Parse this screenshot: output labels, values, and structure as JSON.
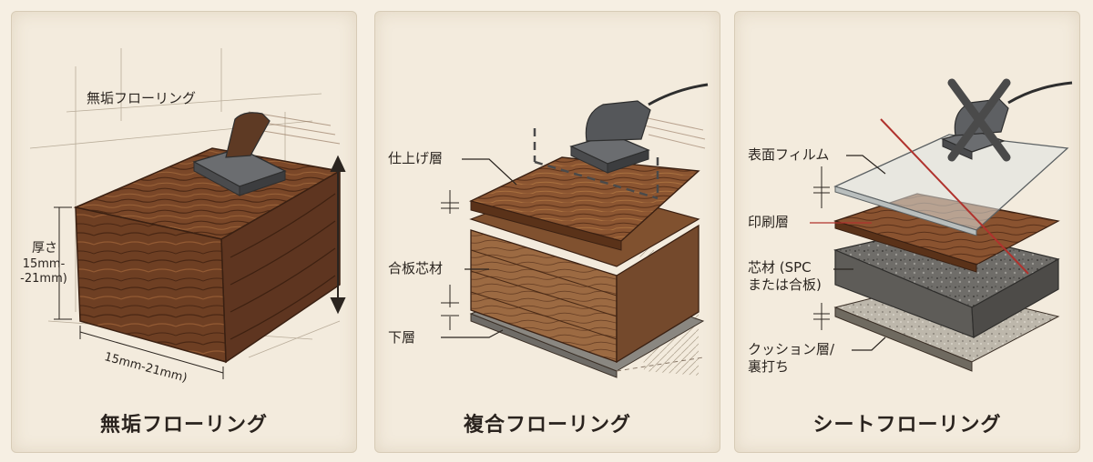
{
  "panels": [
    {
      "title": "無垢フローリング",
      "top_label": "無垢フローリング",
      "thickness_label": "厚さ",
      "thickness_value": "15mm-\n-21mm)",
      "width_value": "15mm-21mm)"
    },
    {
      "title": "複合フローリング",
      "layers": [
        "仕上げ層",
        "合板芯材",
        "下層"
      ]
    },
    {
      "title": "シートフローリング",
      "layers": [
        "表面フィルム",
        "印刷層",
        "芯材 (SPC\nまたは合板)",
        "クッション層/\n裏打ち"
      ]
    }
  ],
  "colors": {
    "background": "#f6efe3",
    "wood_dark": "#5b3420",
    "wood_mid": "#8a5632",
    "wood_light": "#b27a4b",
    "core_grey": "#7d7b77",
    "sander": "#5a5c5e",
    "cross_mark": "#4a4a4a",
    "accent_red": "#b0322d"
  }
}
